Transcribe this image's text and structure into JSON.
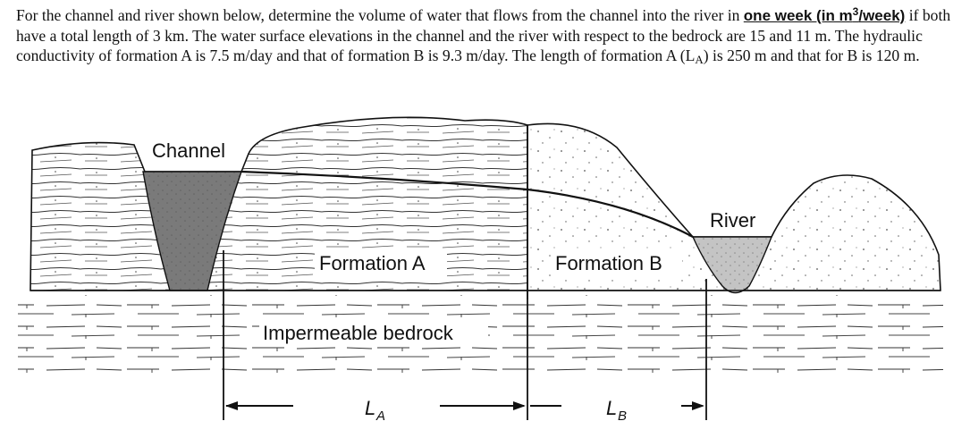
{
  "problem": {
    "part1": "For the channel and river shown below, determine the volume of water that flows from the channel into the river in ",
    "emphasis_a": "one week (in m",
    "emphasis_sup": "3",
    "emphasis_b": "/week)",
    "part2": " if both have a total length of 3 km. The water surface elevations in the channel and the river with respect to the bedrock are 15 and 11 m. The hydraulic conductivity of formation A is 7.5 m/day and that of formation B is 9.3 m/day. The length of formation A (L",
    "la_sub": "A",
    "part3": ") is 250 m and that for B is 120 m."
  },
  "diagram": {
    "labels": {
      "channel": "Channel",
      "river": "River",
      "formation_a": "Formation A",
      "formation_b": "Formation B",
      "bedrock": "Impermeable bedrock",
      "la_main": "L",
      "la_sub": "A",
      "lb_main": "L",
      "lb_sub": "B"
    },
    "colors": {
      "water_channel": "#7a7a7a",
      "water_river": "#c4c4c4",
      "outline": "#111111"
    }
  }
}
